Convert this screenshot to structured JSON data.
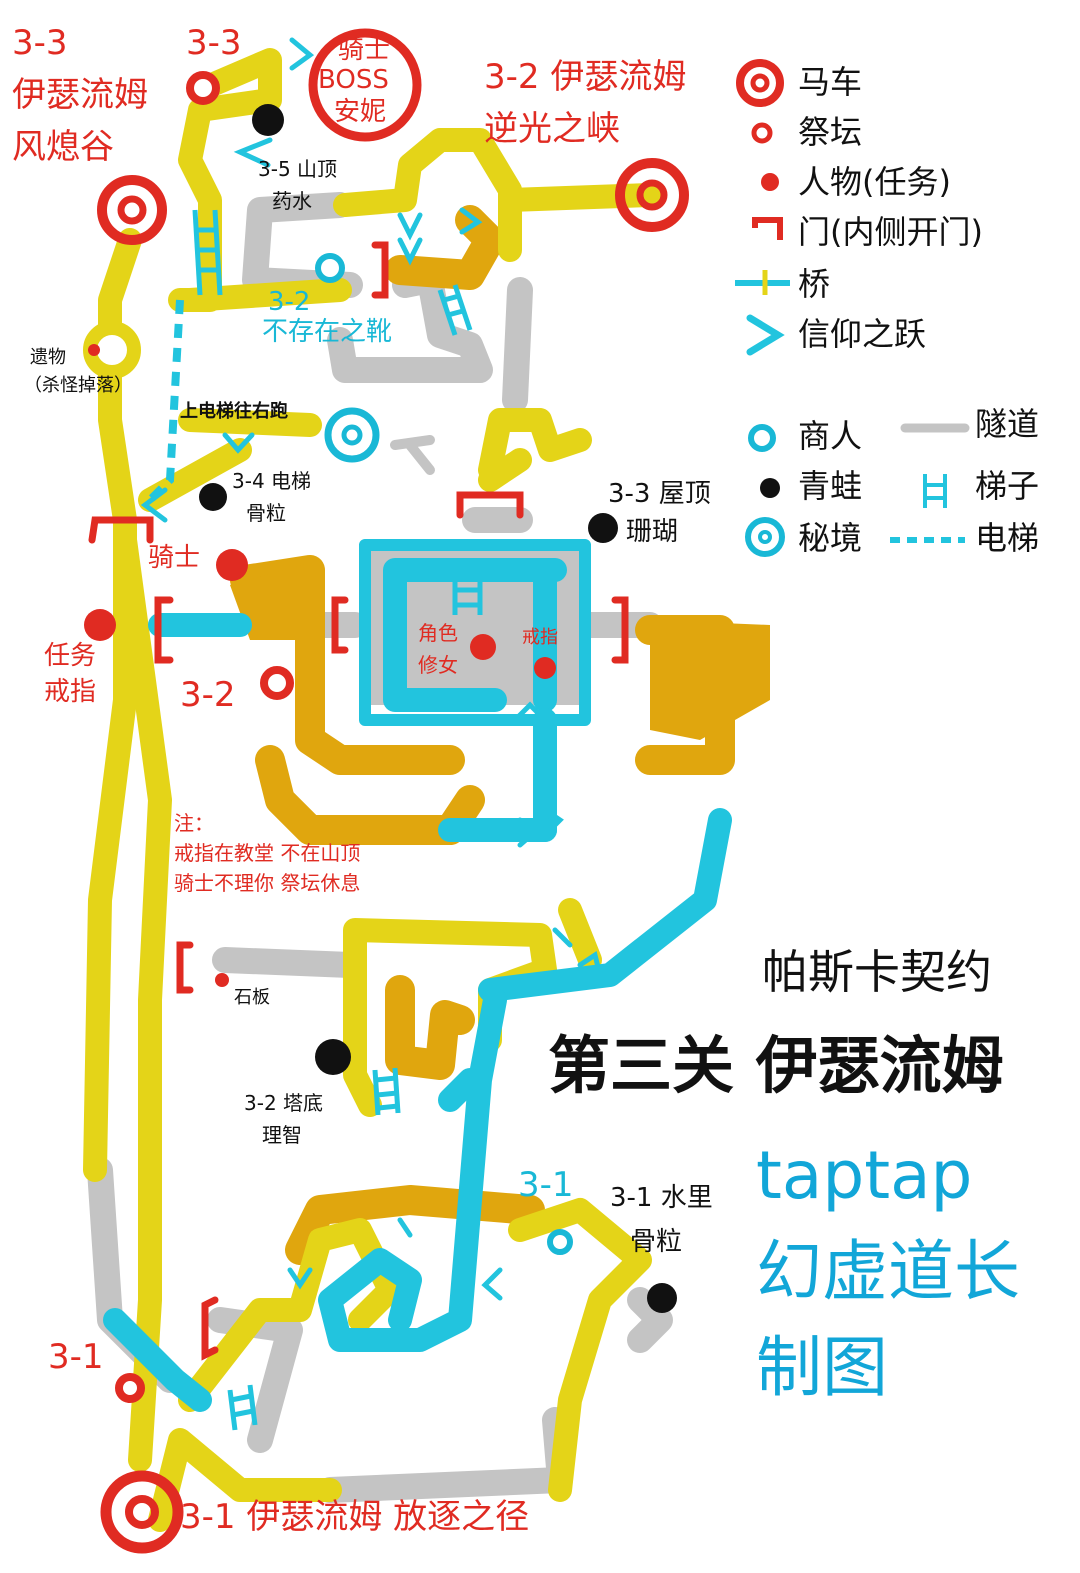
{
  "colors": {
    "path": "#e4d418",
    "orange": "#e0a60e",
    "tunnel": "#c4c4c4",
    "bridge": "#22c4de",
    "red": "#e02b22",
    "frog": "#111111",
    "merchant": "#19b8d6",
    "credit": "#12a6d8"
  },
  "legend": {
    "carriage": "马车",
    "altar": "祭坛",
    "npc": "人物(任务)",
    "door": "门(内侧开门)",
    "bridge": "桥",
    "leap": "信仰之跃",
    "merchant": "商人",
    "tunnel": "隧道",
    "frog": "青蛙",
    "ladder": "梯子",
    "secret": "秘境",
    "elevator": "电梯"
  },
  "labels": {
    "top_left_area_num": "3-3",
    "top_left_area_name1": "伊瑟流姆",
    "top_left_area_name2": "风熄谷",
    "altar_33": "3-3",
    "boss_line1": "骑士",
    "boss_line2": "BOSS",
    "boss_line3": "安妮",
    "area_32_title1": "3-2 伊瑟流姆",
    "area_32_title2": "逆光之峡",
    "frog_35_line1": "3-5 山顶",
    "frog_35_line2": "药水",
    "merchant_32_num": "3-2",
    "merchant_32_name": "不存在之靴",
    "relic_line1": "遗物",
    "relic_line2": "（杀怪掉落）",
    "elevator_note": "上电梯往右跑",
    "frog_34_line1": "3-4 电梯",
    "frog_34_line2": "骨粒",
    "frog_33_line1": "3-3 屋顶",
    "frog_33_line2": "珊瑚",
    "knight": "骑士",
    "quest_line1": "任务",
    "quest_line2": "戒指",
    "altar_32": "3-2",
    "role_line1": "角色",
    "role_line2": "修女",
    "ring": "戒指",
    "note_line1": "注：",
    "note_line2": "戒指在教堂 不在山顶",
    "note_line3": "骑士不理你 祭坛休息",
    "stone": "石板",
    "frog_32_line1": "3-2 塔底",
    "frog_32_line2": "理智",
    "merchant_31_num": "3-1",
    "frog_31_line1": "3-1 水里",
    "frog_31_line2": "骨粒",
    "altar_31": "3-1",
    "bottom_title": "3-1 伊瑟流姆  放逐之径"
  },
  "title": {
    "line1": "帕斯卡契约",
    "line2": "第三关 伊瑟流姆"
  },
  "credit": {
    "line1": "taptap",
    "line2": "幻虚道长",
    "line3": "制图"
  }
}
